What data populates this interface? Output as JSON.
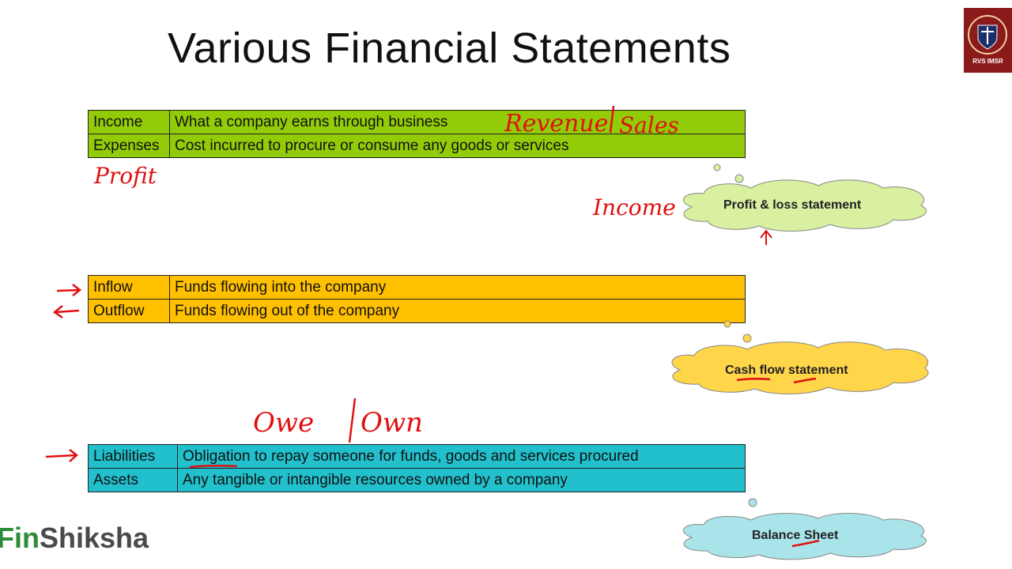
{
  "slide": {
    "title": "Various Financial Statements",
    "brand": {
      "part1": "Fin",
      "part2": "Shiksha"
    },
    "logo_text": "RVS IMSR"
  },
  "colors": {
    "income_table": "#92cc08",
    "cash_table": "#ffc000",
    "balance_table": "#22c0cc",
    "annotation_ink": "#e01010"
  },
  "tables": {
    "income": [
      {
        "term": "Income",
        "definition": "What a company earns through business"
      },
      {
        "term": "Expenses",
        "definition": "Cost incurred to procure or consume any goods or services"
      }
    ],
    "cash": [
      {
        "term": "Inflow",
        "definition": "Funds flowing into the company"
      },
      {
        "term": "Outflow",
        "definition": "Funds flowing out of the company"
      }
    ],
    "balance": [
      {
        "term": "Liabilities",
        "definition": "Obligation to repay someone for funds, goods and services procured"
      },
      {
        "term": "Assets",
        "definition": "Any tangible or intangible resources owned by a company"
      }
    ]
  },
  "clouds": {
    "pl": "Profit & loss statement",
    "cash": "Cash flow statement",
    "balance": "Balance Sheet"
  },
  "annotations": {
    "revenue": "Revenue",
    "sales": "Sales",
    "profit": "Profit",
    "income": "Income",
    "owe": "Owe",
    "own": "Own"
  }
}
